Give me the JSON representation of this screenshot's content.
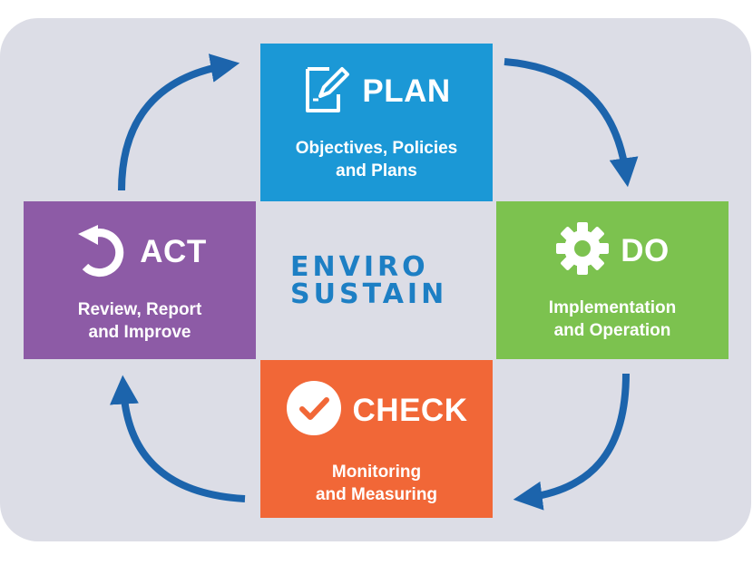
{
  "colors": {
    "plan": "#1b98d6",
    "do": "#7cc24f",
    "act": "#8d5ba6",
    "check": "#f16737",
    "arrow": "#1c64ac",
    "background": "#dcdde6"
  },
  "plan": {
    "title": "PLAN",
    "line1": "Objectives, Policies",
    "line2": "and Plans",
    "icon": "edit-document-icon"
  },
  "do": {
    "title": "DO",
    "line1": "Implementation",
    "line2": "and Operation",
    "icon": "gear-icon"
  },
  "check": {
    "title": "CHECK",
    "line1": "Monitoring",
    "line2": "and Measuring",
    "icon": "checkmark-circle-icon"
  },
  "act": {
    "title": "ACT",
    "line1": "Review, Report",
    "line2": "and Improve",
    "icon": "undo-arrow-icon"
  },
  "logo": {
    "line1": "ENVIRO",
    "line2": "SUSTAIN"
  }
}
